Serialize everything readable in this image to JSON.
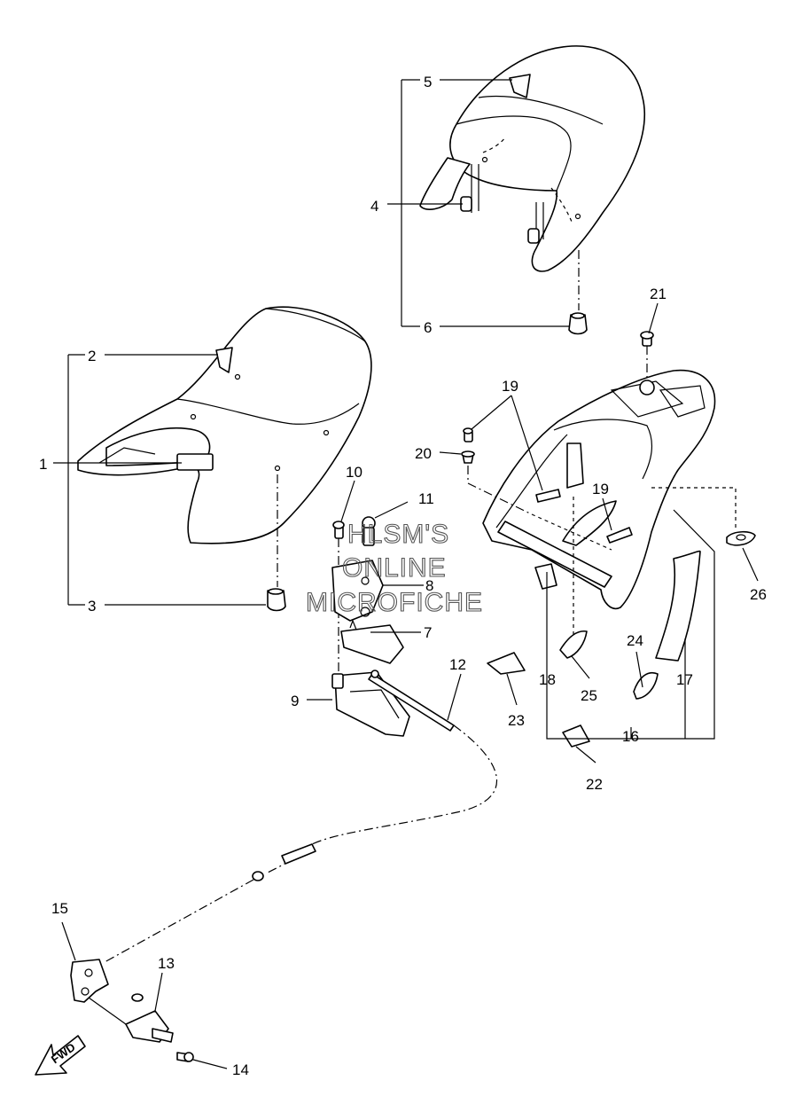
{
  "watermark": {
    "line1": "HLSM'S",
    "line2": "ONLINE",
    "line3": "MICROFICHE"
  },
  "fwd_label": "FWD",
  "callouts": {
    "c1": "1",
    "c2": "2",
    "c3": "3",
    "c4": "4",
    "c5": "5",
    "c6": "6",
    "c7": "7",
    "c8": "8",
    "c9": "9",
    "c10": "10",
    "c11": "11",
    "c12": "12",
    "c13": "13",
    "c14": "14",
    "c15": "15",
    "c16": "16",
    "c17": "17",
    "c18": "18",
    "c19a": "19",
    "c19b": "19",
    "c20": "20",
    "c21": "21",
    "c22": "22",
    "c23": "23",
    "c24": "24",
    "c25": "25",
    "c26": "26"
  }
}
